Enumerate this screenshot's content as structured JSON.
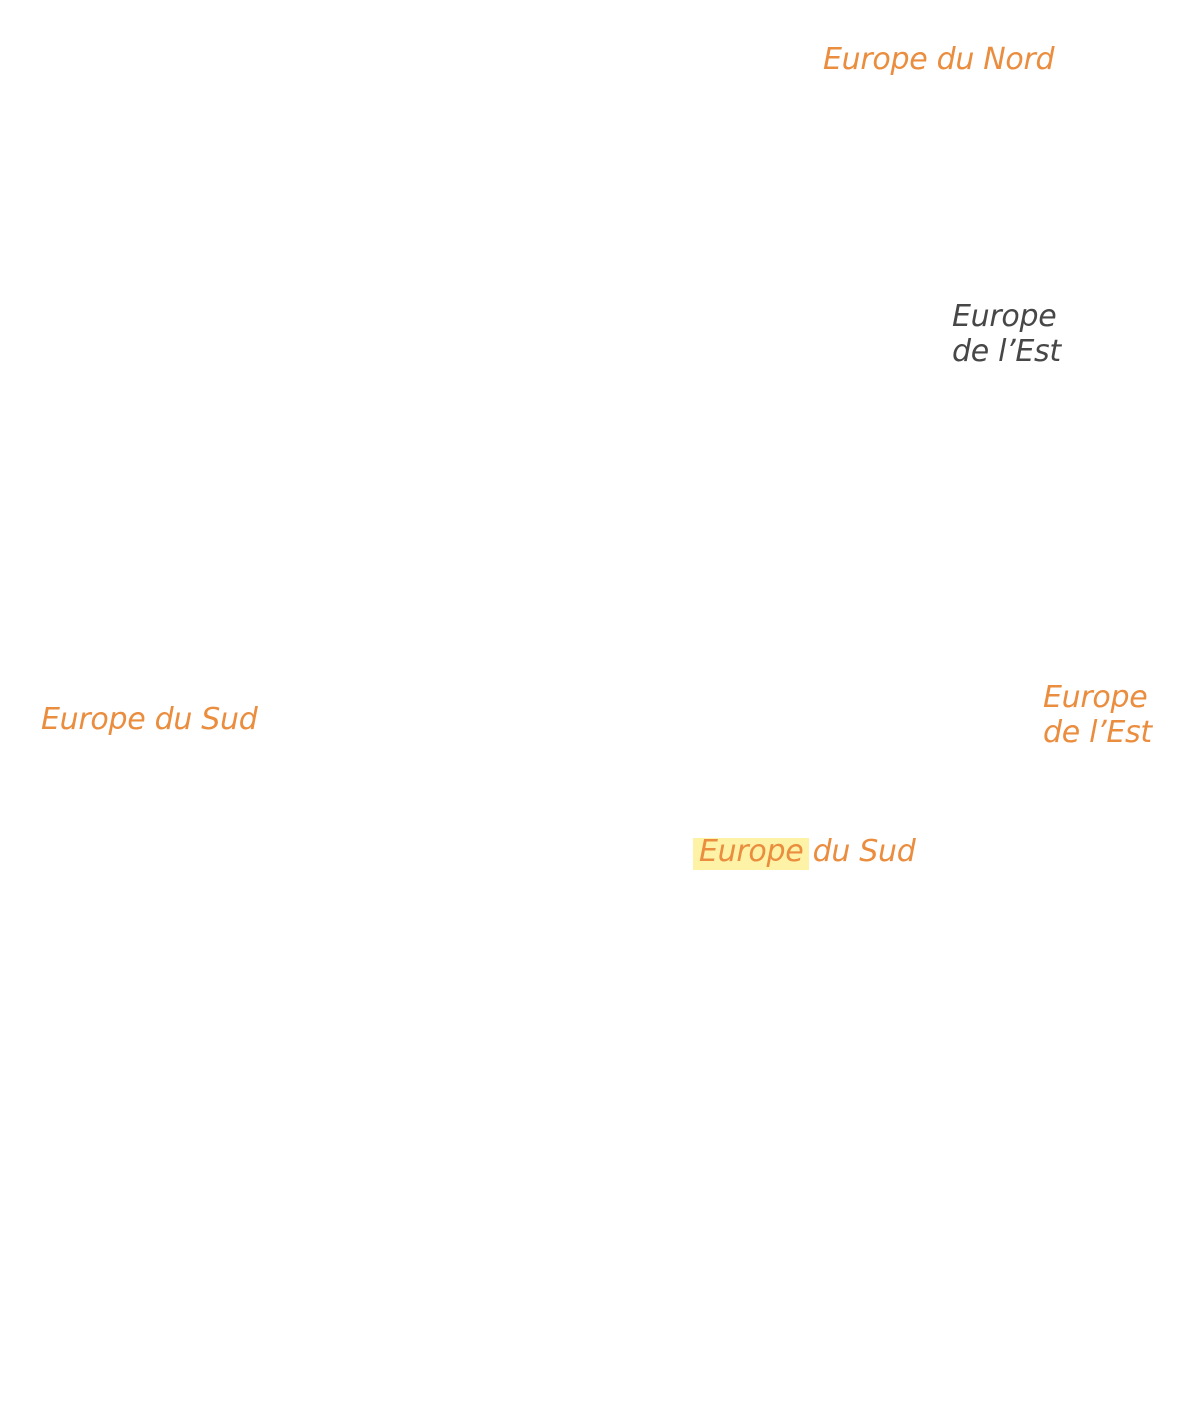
{
  "colors": {
    "label_orange": "#ea8d3e",
    "label_dark": "#474747",
    "highlight": "#fdf2a6",
    "background": "#ffffff"
  },
  "labels": {
    "nord": "Europe du Nord",
    "est_dark": {
      "line1": "Europe",
      "line2": "de l’Est"
    },
    "sud_left": "Europe du Sud",
    "est_orange": {
      "line1": "Europe",
      "line2": "de l’Est"
    },
    "sud_center": {
      "highlighted": "Europe",
      "rest": " du Sud"
    }
  }
}
